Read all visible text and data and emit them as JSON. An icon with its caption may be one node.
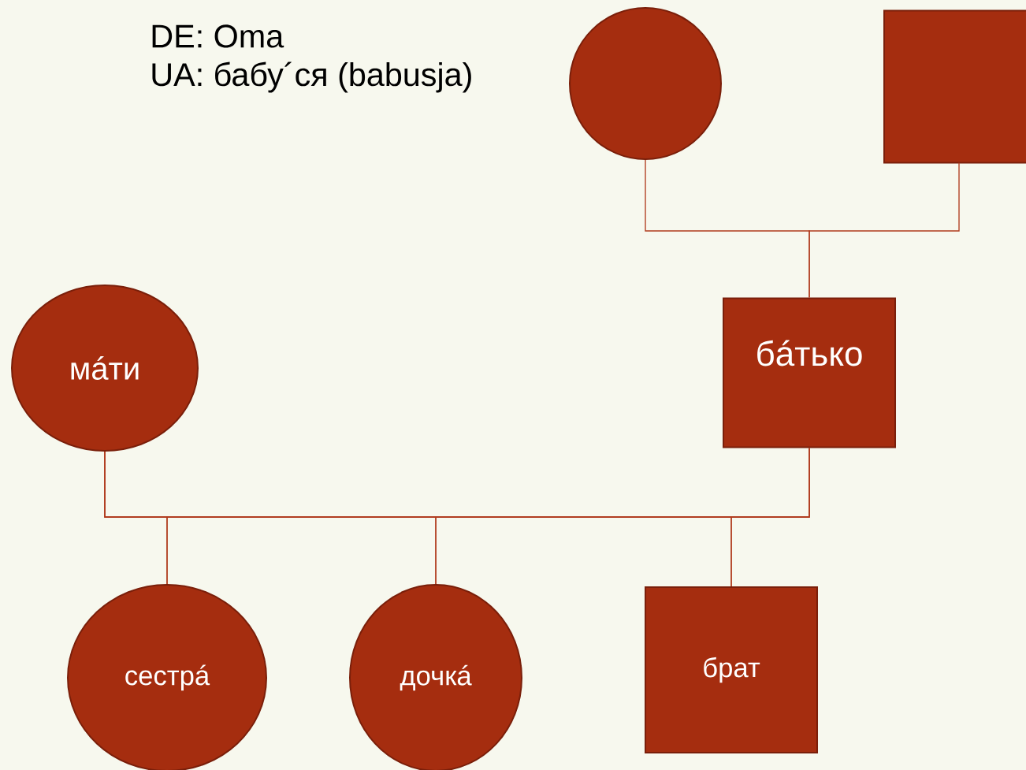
{
  "diagram": {
    "nodes": [
      {
        "text": [],
        "shape": "circle"
      },
      {
        "text": [],
        "shape": "box"
      },
      {
        "text": [
          "мáти"
        ]
      },
      {
        "text": [
          "бáтько"
        ]
      },
      {
        "text": [
          "сестрá"
        ]
      },
      {
        "text": [
          "дочкá"
        ]
      },
      {
        "text": [
          "брат"
        ]
      }
    ],
    "edges": [
      {
        "from": 0,
        "to": 3,
        "arrow": "none"
      },
      {
        "from": 1,
        "to": 3,
        "arrow": "none"
      },
      {
        "from": 2,
        "to": 4,
        "arrow": "none"
      },
      {
        "from": 2,
        "to": 5,
        "arrow": "none"
      },
      {
        "from": 2,
        "to": 6,
        "arrow": "none"
      },
      {
        "from": 3,
        "to": 4,
        "arrow": "none"
      },
      {
        "from": 3,
        "to": 5,
        "arrow": "none"
      },
      {
        "from": 3,
        "to": 6,
        "arrow": "none"
      }
    ],
    "labels": [
      "DE: Oma",
      "UA: бабу´ся (babusja)"
    ]
  }
}
